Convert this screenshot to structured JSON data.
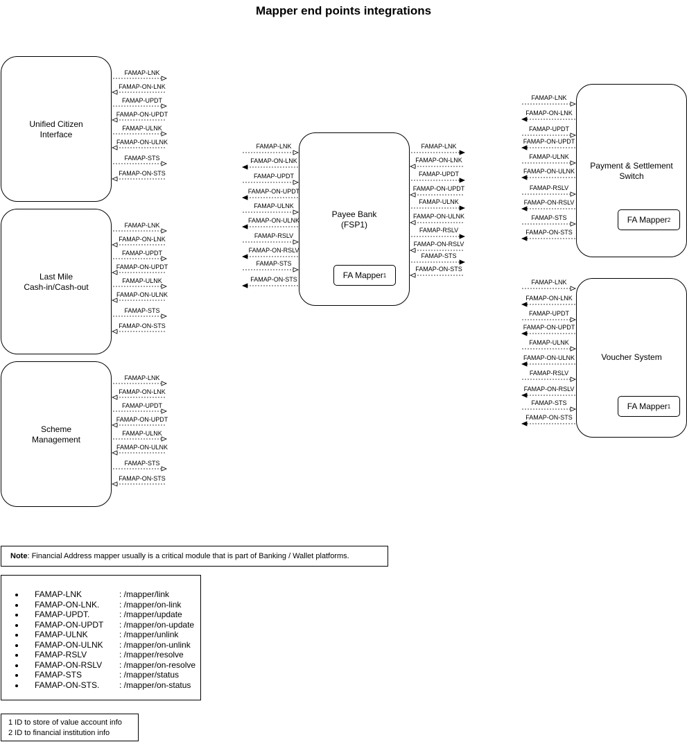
{
  "title": "Mapper end points integrations",
  "nodes": {
    "uci": {
      "line1": "Unified Citizen",
      "line2": "Interface"
    },
    "lastmile": {
      "line1": "Last Mile",
      "line2": "Cash-in/Cash-out"
    },
    "scheme": {
      "line1": "Scheme",
      "line2": "Management"
    },
    "payee": {
      "line1": "Payee Bank",
      "line2": "(FSP1)",
      "mapper": "FA Mapper",
      "mapper_sup": "1"
    },
    "pss": {
      "line1": "Payment & Settlement",
      "line2": "Switch",
      "mapper": "FA Mapper",
      "mapper_sup": "2"
    },
    "voucher": {
      "line1": "Voucher System",
      "mapper": "FA Mapper",
      "mapper_sup": "1"
    }
  },
  "edges": {
    "short": [
      "FAMAP-LNK",
      "FAMAP-ON-LNK",
      "FAMAP-UPDT",
      "FAMAP-ON-UPDT",
      "FAMAP-ULNK",
      "FAMAP-ON-ULNK",
      "FAMAP-STS",
      "FAMAP-ON-STS"
    ],
    "long": [
      "FAMAP-LNK",
      "FAMAP-ON-LNK",
      "FAMAP-UPDT",
      "FAMAP-ON-UPDT",
      "FAMAP-ULNK",
      "FAMAP-ON-ULNK",
      "FAMAP-RSLV",
      "FAMAP-ON-RSLV",
      "FAMAP-STS",
      "FAMAP-ON-STS"
    ]
  },
  "note": {
    "bold": "Note",
    "text": ": Financial Address mapper usually is a critical module that is part of Banking / Wallet platforms."
  },
  "legend": [
    {
      "code": "FAMAP-LNK",
      "path": ": /mapper/link"
    },
    {
      "code": "FAMAP-ON-LNK.",
      "path": ": /mapper/on-link"
    },
    {
      "code": "FAMAP-UPDT.",
      "path": ": /mapper/update"
    },
    {
      "code": "FAMAP-ON-UPDT",
      "path": ": /mapper/on-update"
    },
    {
      "code": "FAMAP-ULNK",
      "path": ": /mapper/unlink"
    },
    {
      "code": "FAMAP-ON-ULNK",
      "path": ": /mapper/on-unlink"
    },
    {
      "code": "FAMAP-RSLV",
      "path": ": /mapper/resolve"
    },
    {
      "code": "FAMAP-ON-RSLV",
      "path": ": /mapper/on-resolve"
    },
    {
      "code": "FAMAP-STS",
      "path": ": /mapper/status"
    },
    {
      "code": "FAMAP-ON-STS.",
      "path": ": /mapper/on-status"
    }
  ],
  "footnotes": {
    "line1": "1 ID to store of value account info",
    "line2": "2 ID to financial institution info"
  }
}
